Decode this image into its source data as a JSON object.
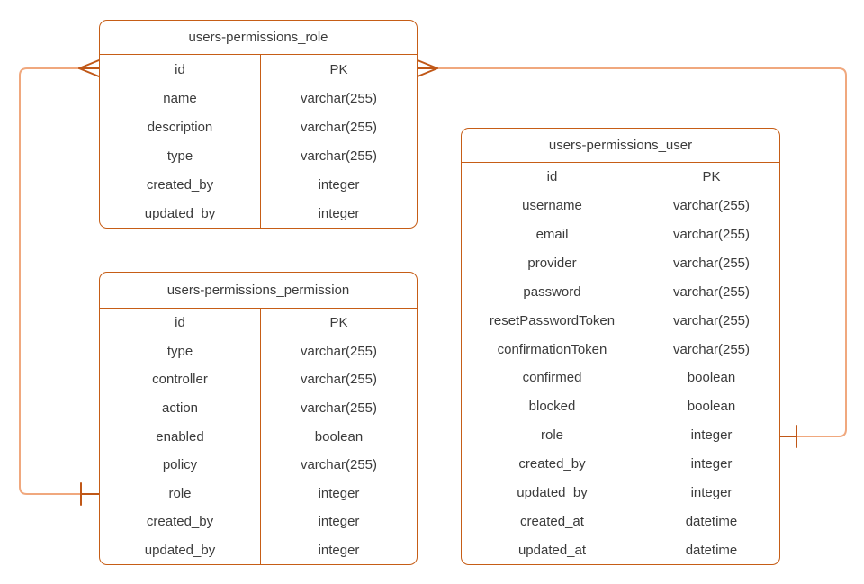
{
  "colors": {
    "table_border": "#C65D16",
    "connector_line": "#F0A87E",
    "connector_decoration": "#C05717",
    "text": "#3B3B3B",
    "background": "#FFFFFF"
  },
  "tables": [
    {
      "id": "role",
      "title": "users-permissions_role",
      "rows": [
        {
          "field": "id",
          "type": "PK"
        },
        {
          "field": "name",
          "type": "varchar(255)"
        },
        {
          "field": "description",
          "type": "varchar(255)"
        },
        {
          "field": "type",
          "type": "varchar(255)"
        },
        {
          "field": "created_by",
          "type": "integer"
        },
        {
          "field": "updated_by",
          "type": "integer"
        }
      ]
    },
    {
      "id": "permission",
      "title": "users-permissions_permission",
      "rows": [
        {
          "field": "id",
          "type": "PK"
        },
        {
          "field": "type",
          "type": "varchar(255)"
        },
        {
          "field": "controller",
          "type": "varchar(255)"
        },
        {
          "field": "action",
          "type": "varchar(255)"
        },
        {
          "field": "enabled",
          "type": "boolean"
        },
        {
          "field": "policy",
          "type": "varchar(255)"
        },
        {
          "field": "role",
          "type": "integer"
        },
        {
          "field": "created_by",
          "type": "integer"
        },
        {
          "field": "updated_by",
          "type": "integer"
        }
      ]
    },
    {
      "id": "user",
      "title": "users-permissions_user",
      "rows": [
        {
          "field": "id",
          "type": "PK"
        },
        {
          "field": "username",
          "type": "varchar(255)"
        },
        {
          "field": "email",
          "type": "varchar(255)"
        },
        {
          "field": "provider",
          "type": "varchar(255)"
        },
        {
          "field": "password",
          "type": "varchar(255)"
        },
        {
          "field": "resetPasswordToken",
          "type": "varchar(255)"
        },
        {
          "field": "confirmationToken",
          "type": "varchar(255)"
        },
        {
          "field": "confirmed",
          "type": "boolean"
        },
        {
          "field": "blocked",
          "type": "boolean"
        },
        {
          "field": "role",
          "type": "integer"
        },
        {
          "field": "created_by",
          "type": "integer"
        },
        {
          "field": "updated_by",
          "type": "integer"
        },
        {
          "field": "created_at",
          "type": "datetime"
        },
        {
          "field": "updated_at",
          "type": "datetime"
        }
      ]
    }
  ],
  "relationships": [
    {
      "from": "users-permissions_role.id",
      "to": "users-permissions_permission.role",
      "from_marker": "crow-foot-many",
      "to_marker": "tick-one"
    },
    {
      "from": "users-permissions_role.id",
      "to": "users-permissions_user.role",
      "from_marker": "crow-foot-many",
      "to_marker": "tick-one"
    }
  ]
}
